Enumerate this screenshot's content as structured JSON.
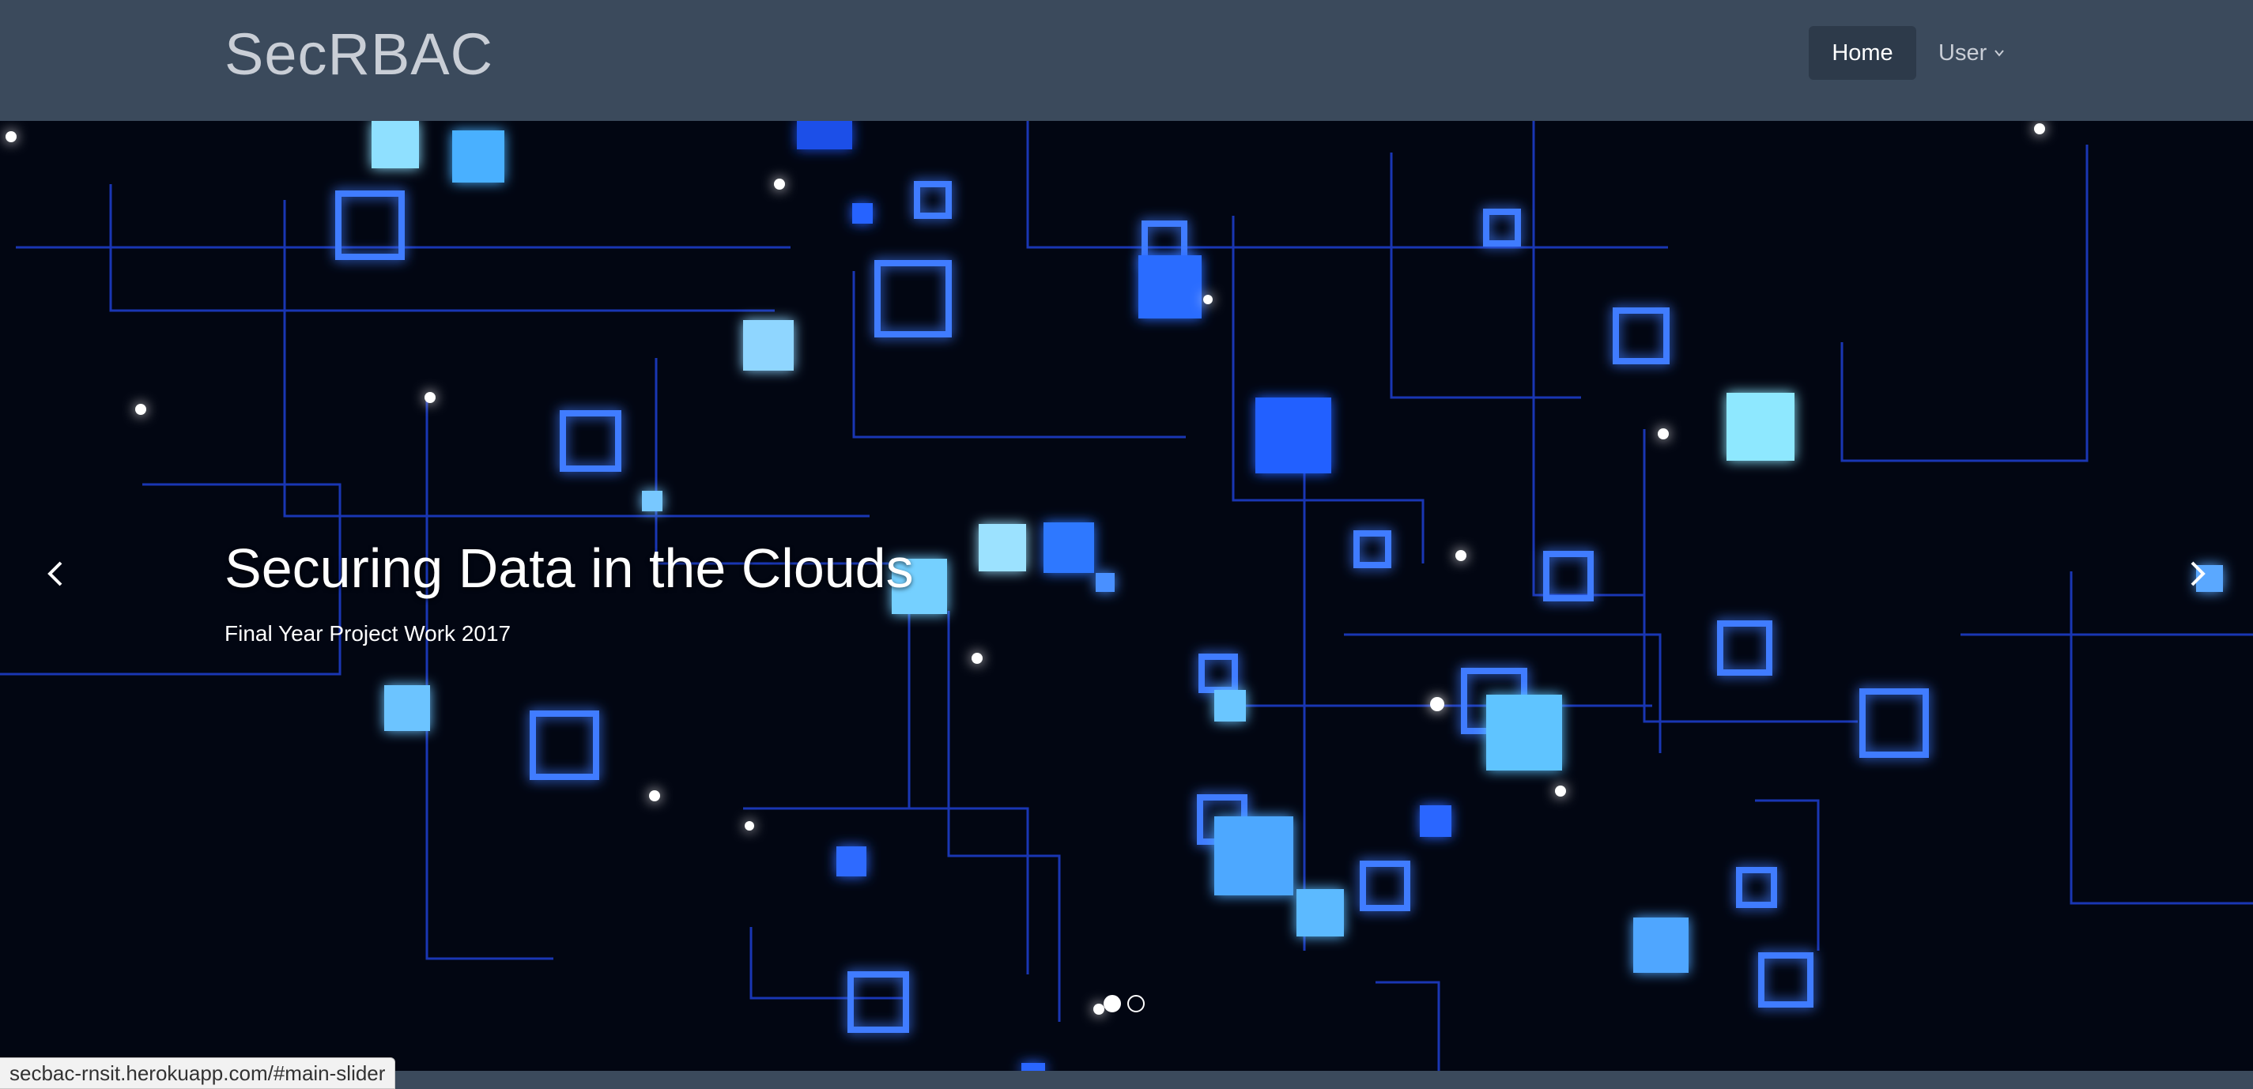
{
  "navbar": {
    "brand": "SecRBAC",
    "home_label": "Home",
    "user_label": "User"
  },
  "slider": {
    "title": "Securing Data in the Clouds",
    "subtitle": "Final Year Project Work 2017",
    "slide_count": 2,
    "active_slide": 1,
    "prev_icon": "chevron-left-icon",
    "next_icon": "chevron-right-icon"
  },
  "status_bar": {
    "url": "secbac-rnsit.herokuapp.com/#main-slider"
  },
  "colors": {
    "navbar": "#3b4a5c",
    "brand_text": "#c9ced6",
    "home_active_bg": "#2d3a4a",
    "slider_bg": "#020612",
    "circuit_blue": "#1f4fff",
    "glow_blue": "#5cc7ff"
  }
}
